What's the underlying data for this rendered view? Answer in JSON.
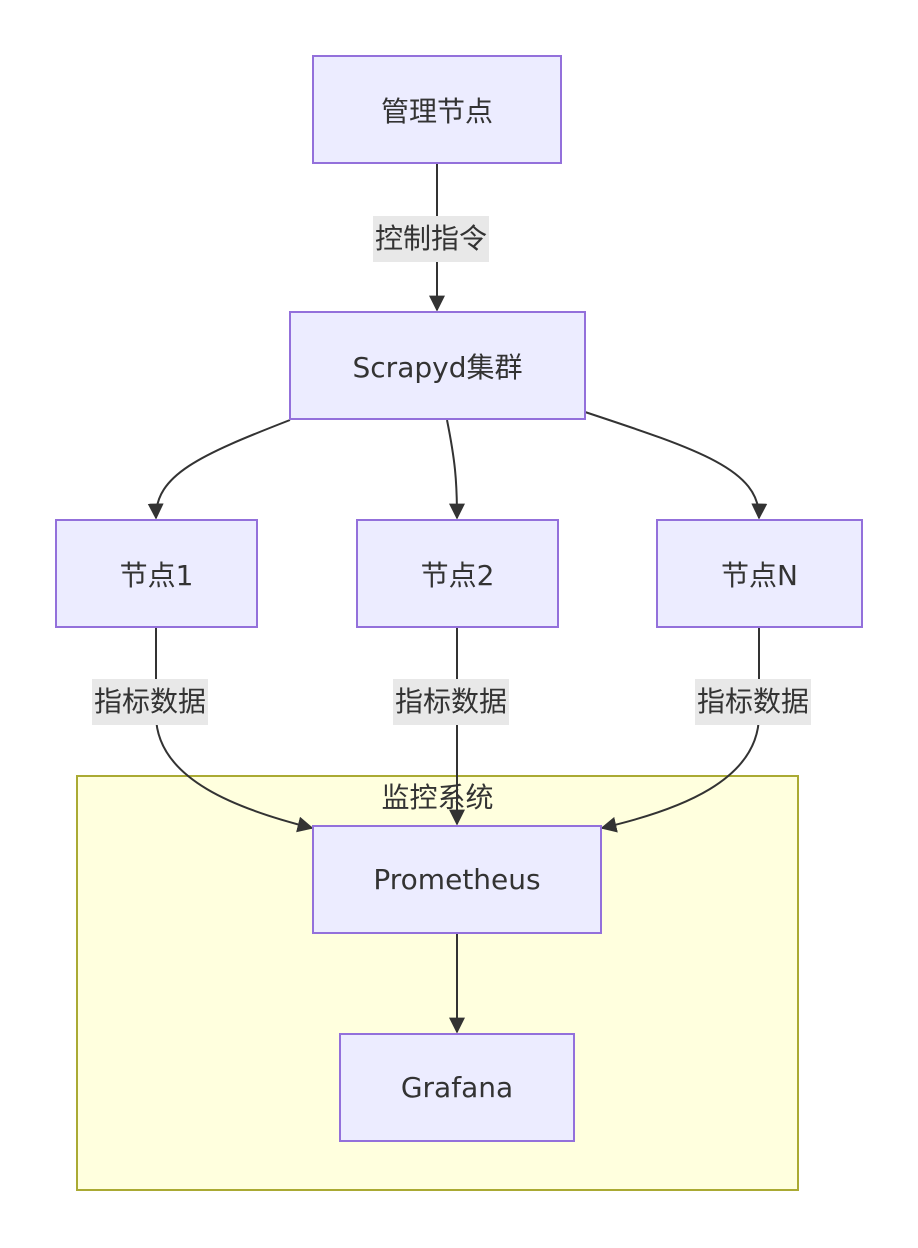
{
  "diagram": {
    "cluster": {
      "title": "监控系统"
    },
    "nodes": {
      "manager": "管理节点",
      "scrapyd": "Scrapyd集群",
      "node1": "节点1",
      "node2": "节点2",
      "nodeN": "节点N",
      "prometheus": "Prometheus",
      "grafana": "Grafana"
    },
    "edge_labels": {
      "control": "控制指令",
      "metrics1": "指标数据",
      "metrics2": "指标数据",
      "metricsN": "指标数据"
    },
    "colors": {
      "node_fill": "#ececff",
      "node_border": "#9370db",
      "cluster_fill": "#ffffde",
      "cluster_border": "#aaaa33",
      "edge": "#333333",
      "edge_label_bg": "#e8e8e8"
    }
  }
}
